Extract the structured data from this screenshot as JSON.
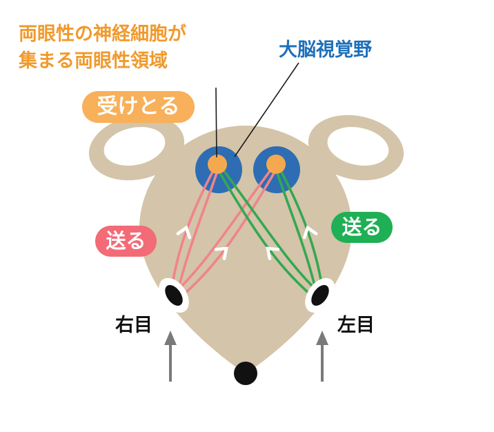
{
  "diagram": {
    "annotations": {
      "binocular_region": {
        "line1": "両眼性の神経細胞が",
        "line2": "集まる両眼性領域"
      },
      "visual_cortex_label": "大脳視覚野",
      "receive_badge": "受けとる",
      "send_badge_left": "送る",
      "send_badge_right": "送る",
      "right_eye_label": "右目",
      "left_eye_label": "左目"
    },
    "colors": {
      "head_tan": "#D4C4A9",
      "cortex_blue": "#2E6DB3",
      "binocular_orange": "#F5A94F",
      "orange_text": "#F09A2D",
      "blue_text": "#1E6FB9",
      "pink_pathway": "#F0838C",
      "green_pathway": "#33A852",
      "receive_badge_bg": "#F8B05A",
      "send_left_bg": "#F26B76",
      "send_right_bg": "#1FAF54",
      "gray_arrow": "#7A7A7A",
      "eye_black": "#111111",
      "pointer_line": "#1A1A1A"
    }
  }
}
